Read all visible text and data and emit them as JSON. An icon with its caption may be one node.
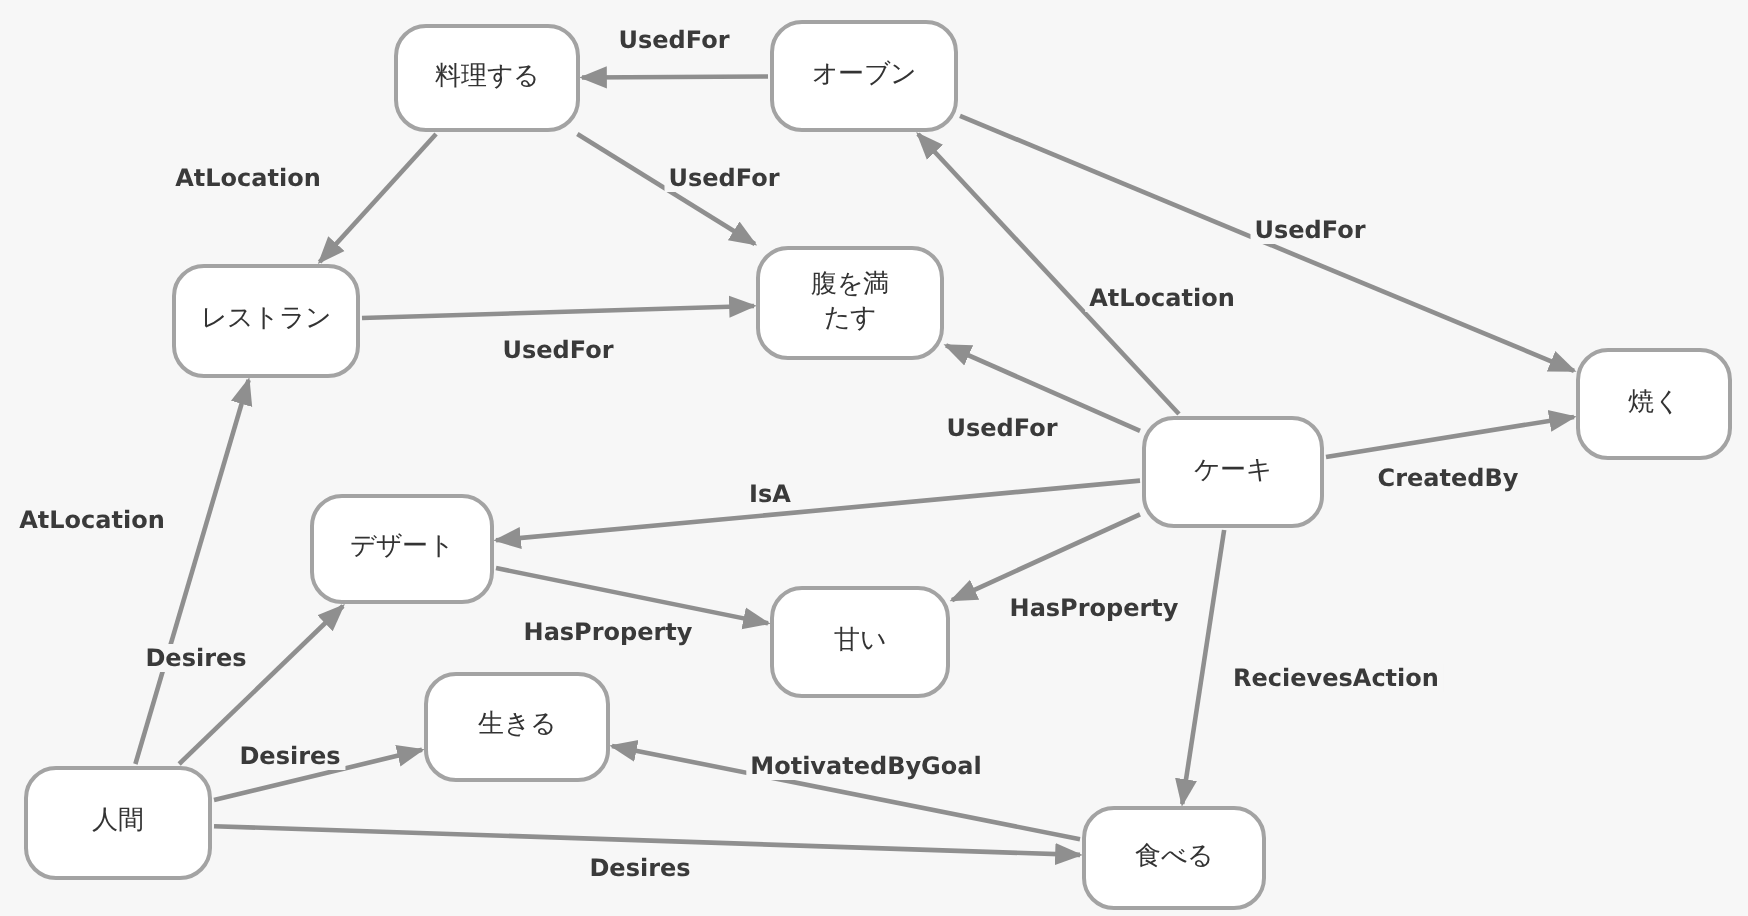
{
  "diagram": {
    "nodes": [
      {
        "text": [
          "料理する"
        ]
      },
      {
        "text": [
          "オーブン"
        ]
      },
      {
        "text": [
          "レストラン"
        ]
      },
      {
        "text": [
          "腹を満たす"
        ]
      },
      {
        "text": [
          "焼く"
        ]
      },
      {
        "text": [
          "ケーキ"
        ]
      },
      {
        "text": [
          "デザート"
        ]
      },
      {
        "text": [
          "甘い"
        ]
      },
      {
        "text": [
          "生きる"
        ]
      },
      {
        "text": [
          "人間"
        ]
      },
      {
        "text": [
          "食べる"
        ]
      }
    ],
    "edges": [
      {
        "from": 1,
        "to": 0,
        "arrow": "to",
        "label": "UsedFor"
      },
      {
        "from": 0,
        "to": 2,
        "arrow": "to",
        "label": "AtLocation"
      },
      {
        "from": 0,
        "to": 3,
        "arrow": "to",
        "label": "UsedFor"
      },
      {
        "from": 2,
        "to": 3,
        "arrow": "to",
        "label": "UsedFor"
      },
      {
        "from": 1,
        "to": 4,
        "arrow": "to",
        "label": "UsedFor"
      },
      {
        "from": 5,
        "to": 1,
        "arrow": "to",
        "label": "AtLocation"
      },
      {
        "from": 5,
        "to": 3,
        "arrow": "to",
        "label": "UsedFor"
      },
      {
        "from": 5,
        "to": 4,
        "arrow": "to",
        "label": "CreatedBy"
      },
      {
        "from": 5,
        "to": 6,
        "arrow": "to",
        "label": "IsA"
      },
      {
        "from": 6,
        "to": 7,
        "arrow": "to",
        "label": "HasProperty"
      },
      {
        "from": 5,
        "to": 7,
        "arrow": "to",
        "label": "HasProperty"
      },
      {
        "from": 5,
        "to": 10,
        "arrow": "to",
        "label": "RecievesAction"
      },
      {
        "from": 10,
        "to": 8,
        "arrow": "to",
        "label": "MotivatedByGoal"
      },
      {
        "from": 9,
        "to": 2,
        "arrow": "to",
        "label": "AtLocation"
      },
      {
        "from": 9,
        "to": 6,
        "arrow": "to",
        "label": "Desires"
      },
      {
        "from": 9,
        "to": 8,
        "arrow": "to",
        "label": "Desires"
      },
      {
        "from": 9,
        "to": 10,
        "arrow": "to",
        "label": "Desires"
      }
    ]
  }
}
